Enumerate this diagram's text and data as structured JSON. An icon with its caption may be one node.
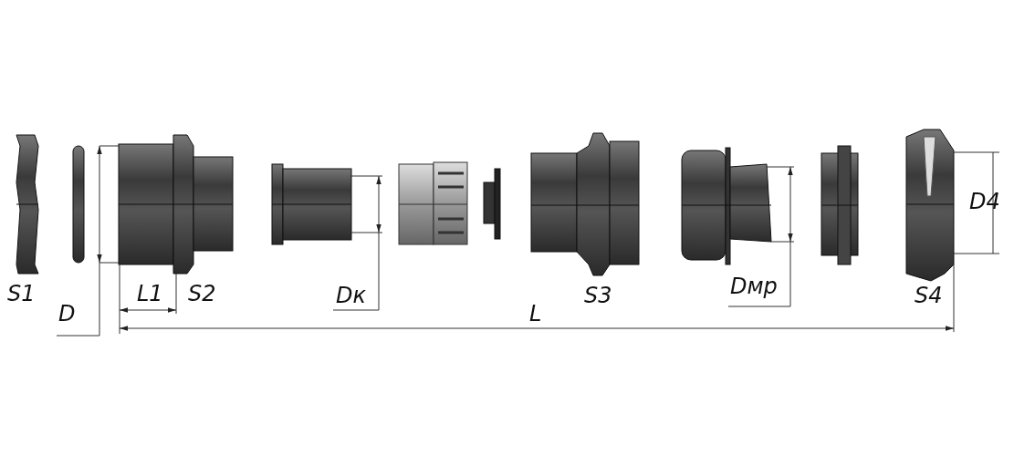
{
  "diagram": {
    "labels": [
      "D4",
      "S1",
      "L1",
      "S2",
      "Dк",
      "S3",
      "Dмр",
      "S4",
      "D",
      "L"
    ]
  }
}
